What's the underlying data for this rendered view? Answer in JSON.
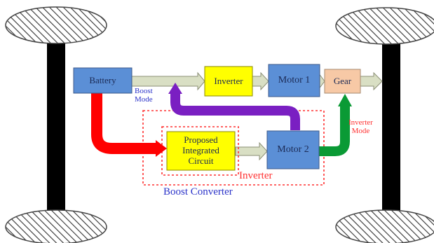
{
  "blocks": {
    "battery": "Battery",
    "inverter_top": "Inverter",
    "motor1": "Motor 1",
    "gear": "Gear",
    "motor2": "Motor 2",
    "proposed": [
      "Proposed",
      "Integrated",
      "Circuit"
    ]
  },
  "labels": {
    "boost_mode": [
      "Boost",
      "Mode"
    ],
    "inverter_mode": [
      "Inverter",
      "Mode"
    ],
    "inverter_dashed": "Inverter",
    "boost_converter": "Boost Converter"
  },
  "colors": {
    "battery": "#5b8fd6",
    "inverter": "#ffff00",
    "motor": "#5b8fd6",
    "gear": "#f7c9a6",
    "arrow_red": "#ff0000",
    "arrow_purple": "#7a1fc2",
    "arrow_green": "#0a9a35",
    "arrow_gray": "#d9dfc4",
    "dashed_red": "#ff3030",
    "label_blue": "#2b33c9",
    "label_red": "#ff3030",
    "axle": "#000000"
  }
}
